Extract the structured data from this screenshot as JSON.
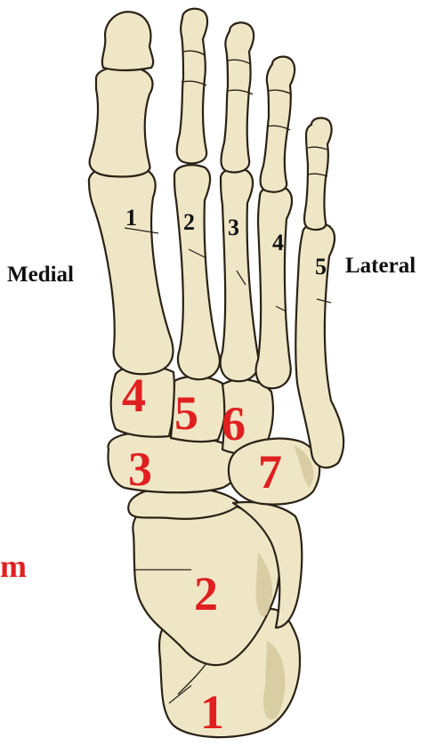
{
  "side_labels": {
    "medial": "Medial",
    "lateral": "Lateral",
    "edge_fragment": "m"
  },
  "metatarsal_numbers": [
    "1",
    "2",
    "3",
    "4",
    "5"
  ],
  "tarsal_numbers": [
    "1",
    "2",
    "3",
    "4",
    "5",
    "6",
    "7"
  ],
  "colors": {
    "bone": "#efe6c6",
    "outline": "#2a2215",
    "red_label": "#e02020",
    "black_label": "#111111"
  }
}
